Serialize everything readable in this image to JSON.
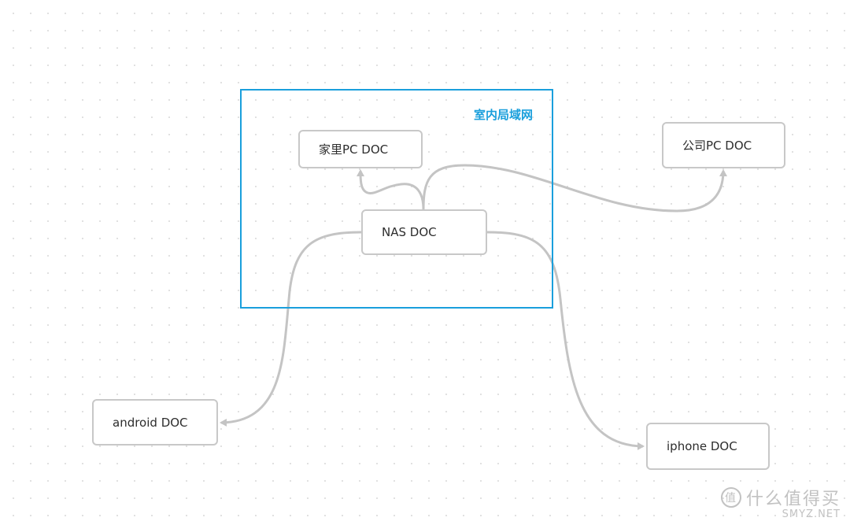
{
  "diagram": {
    "group": {
      "label": "室内局域网"
    },
    "nodes": {
      "home_pc": "家里PC DOC",
      "nas": "NAS DOC",
      "office_pc": "公司PC DOC",
      "android": "android DOC",
      "iphone": "iphone DOC"
    },
    "edges": [
      {
        "from": "NAS DOC",
        "to": "家里PC DOC"
      },
      {
        "from": "NAS DOC",
        "to": "公司PC DOC"
      },
      {
        "from": "NAS DOC",
        "to": "android DOC"
      },
      {
        "from": "NAS DOC",
        "to": "iphone DOC"
      }
    ],
    "colors": {
      "group_border": "#1a9fdc",
      "node_border": "#c8c8c8",
      "connector": "#c4c4c4"
    }
  },
  "watermark": {
    "icon_glyph": "值",
    "text": "什么值得买",
    "domain": "SMYZ.NET"
  }
}
